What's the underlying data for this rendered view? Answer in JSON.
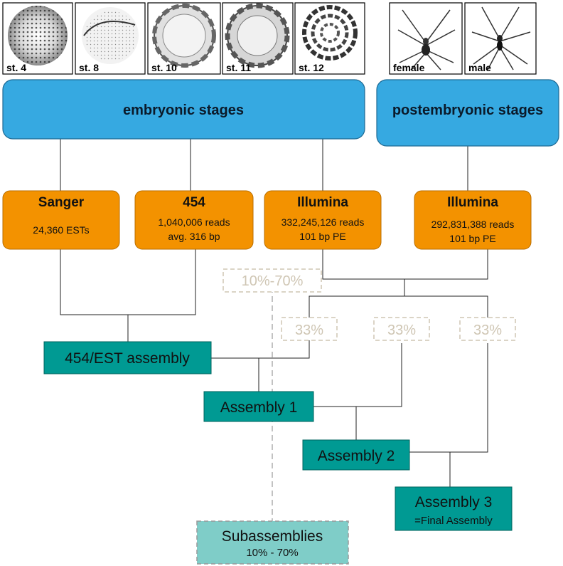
{
  "thumbnails": [
    {
      "label": "st. 4"
    },
    {
      "label": "st. 8"
    },
    {
      "label": "st. 10"
    },
    {
      "label": "st. 11"
    },
    {
      "label": "st. 12"
    },
    {
      "label": "female"
    },
    {
      "label": "male"
    }
  ],
  "stages": {
    "embryonic": "embryonic stages",
    "postembryonic": "postembryonic stages"
  },
  "sequencing": [
    {
      "title": "Sanger",
      "line1": "24,360 ESTs",
      "line2": ""
    },
    {
      "title": "454",
      "line1": "1,040,006 reads",
      "line2": "avg. 316 bp"
    },
    {
      "title": "Illumina",
      "line1": "332,245,126 reads",
      "line2": "101 bp PE"
    },
    {
      "title": "Illumina",
      "line1": "292,831,388 reads",
      "line2": "101 bp PE"
    }
  ],
  "percent_boxes": {
    "subset": "10%-70%",
    "third_1": "33%",
    "third_2": "33%",
    "third_3": "33%"
  },
  "assemblies": {
    "est": "454/EST assembly",
    "a1": "Assembly 1",
    "a2": "Assembly 2",
    "a3_title": "Assembly 3",
    "a3_sub": "=Final Assembly",
    "sub_title": "Subassemblies",
    "sub_range": "10% - 70%"
  },
  "colors": {
    "stage_blue": "#36a9e1",
    "seq_orange": "#f39200",
    "assembly_teal": "#009a93",
    "subassembly_teal": "#7fcdc8",
    "percent_gray": "#cfc6b4"
  }
}
